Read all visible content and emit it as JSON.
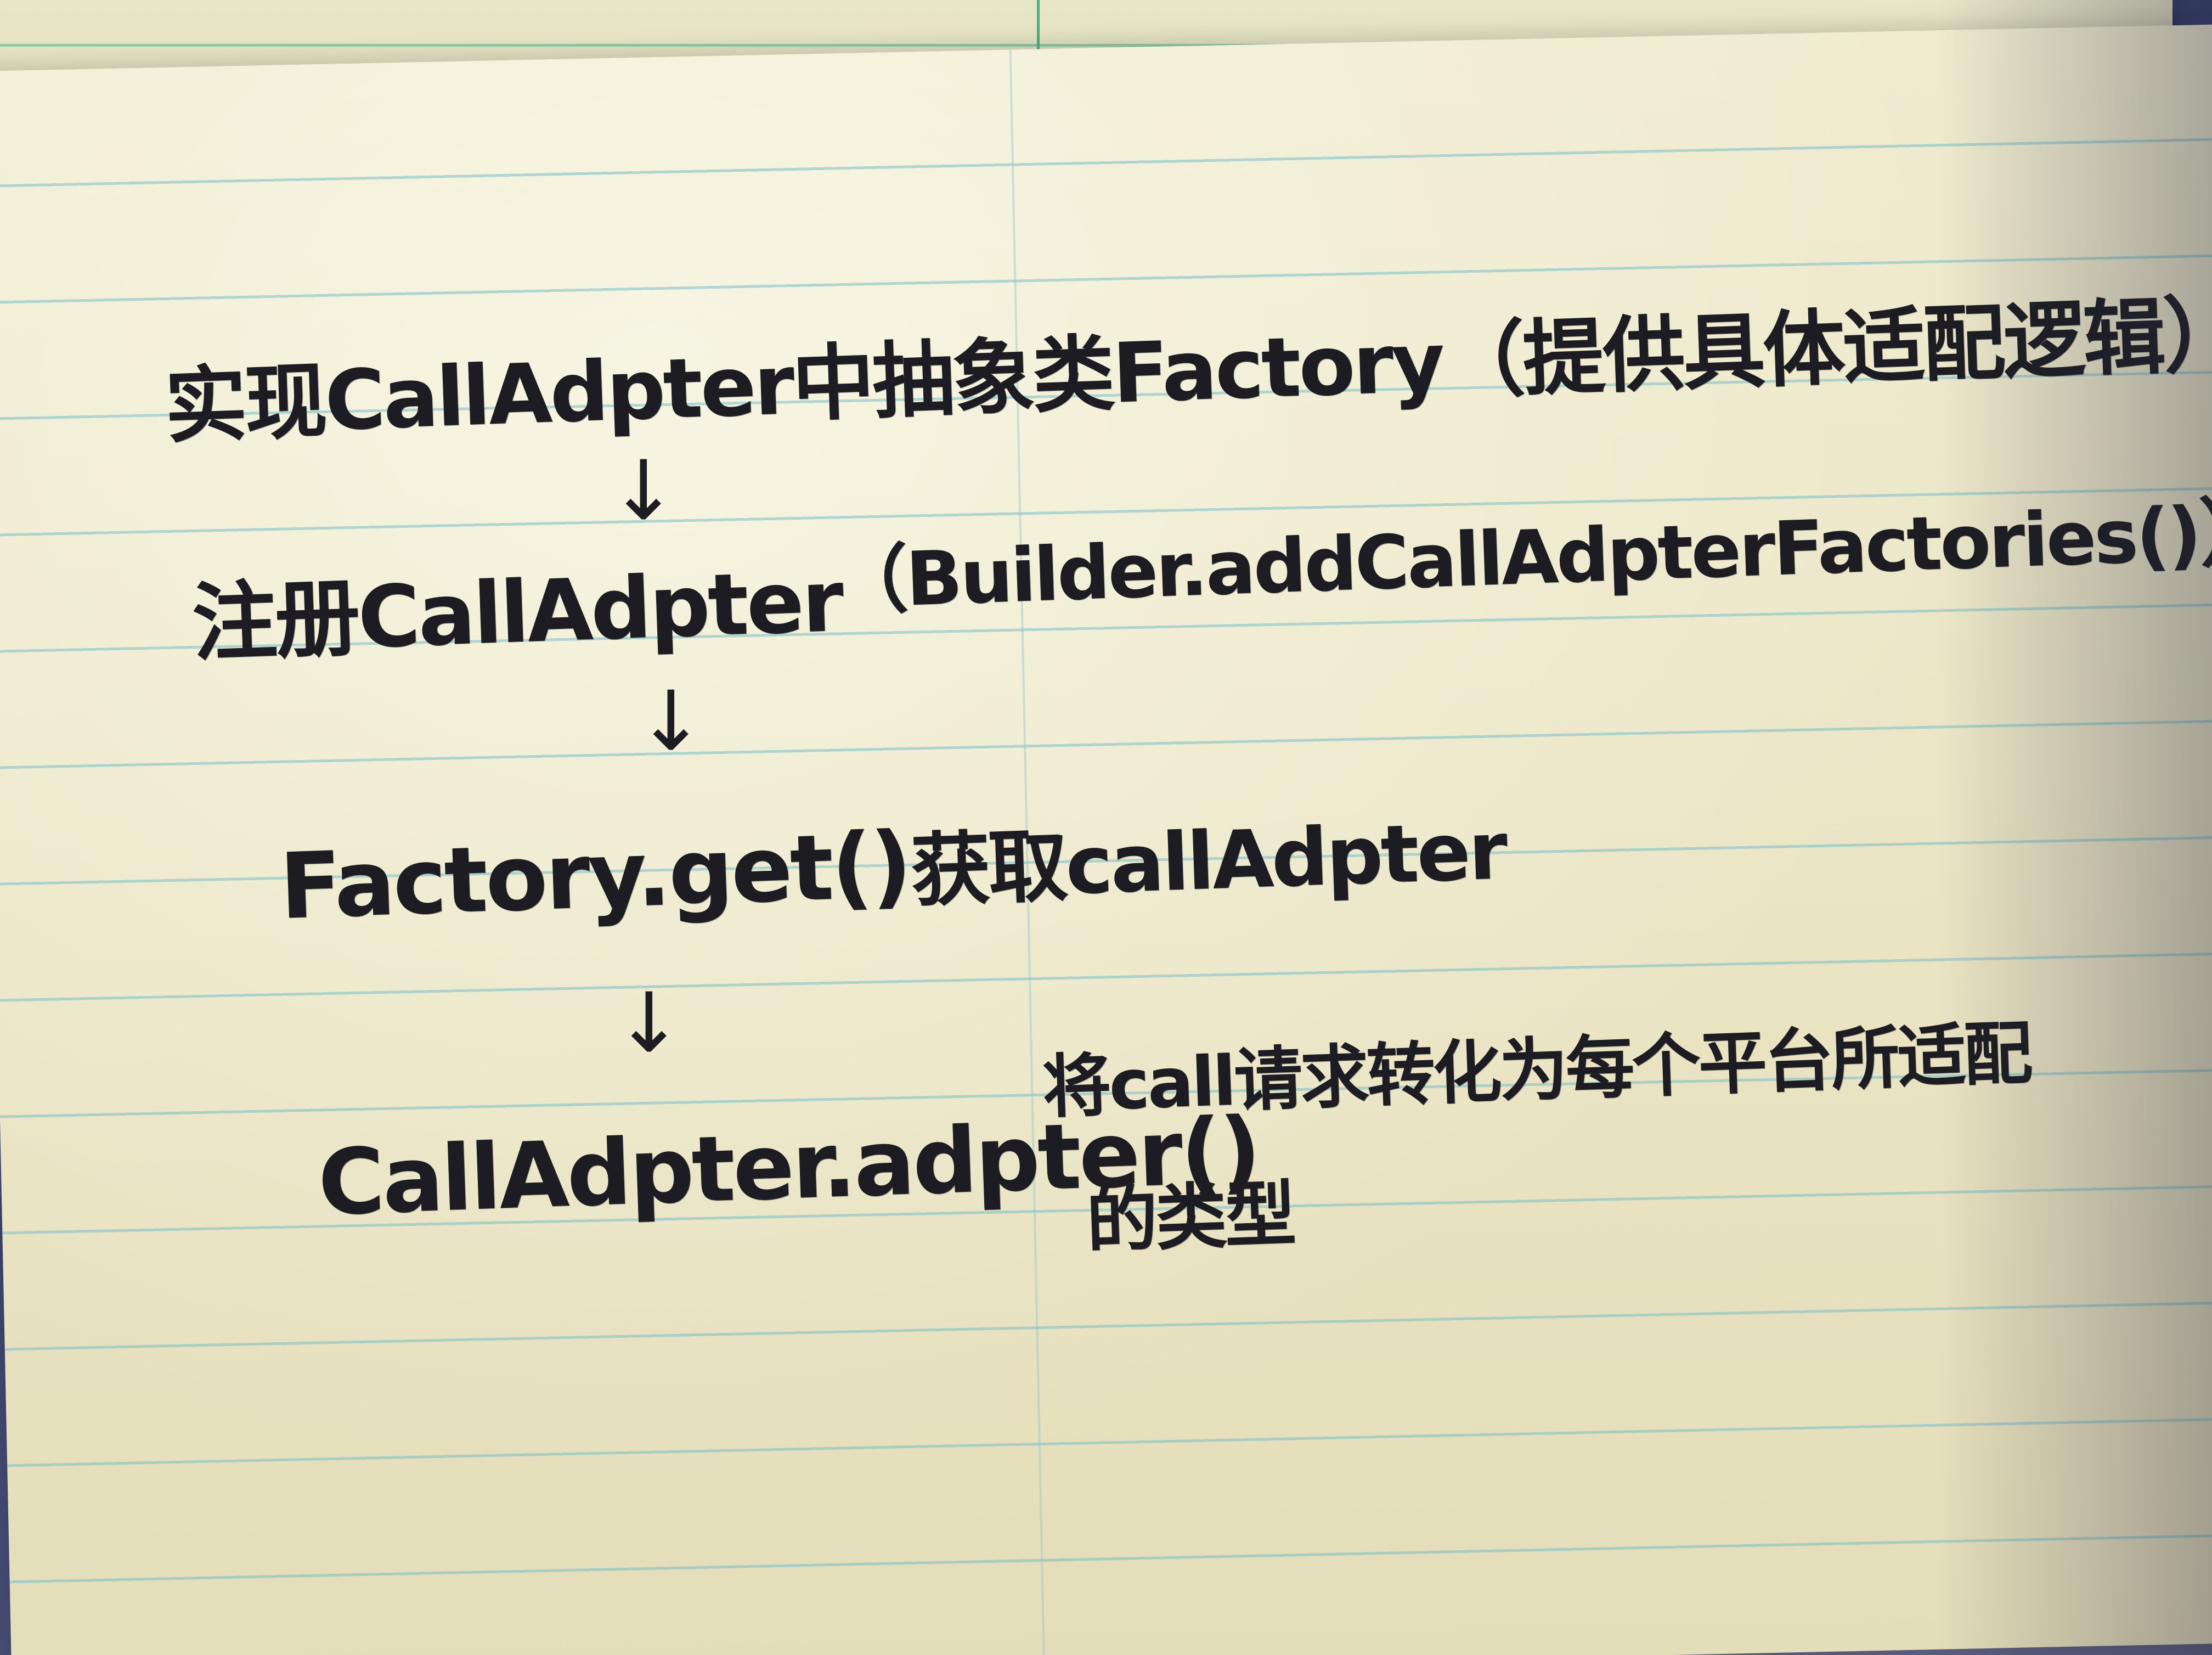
{
  "notes": {
    "line1": "实现CallAdpter中抽象类Factory（提供具体适配逻辑）",
    "line2": "注册CallAdpter",
    "line2_note": "（Builder.addCallAdpterFactories()）",
    "line3": "Factory.get()",
    "line3_note": "获取callAdpter",
    "line4": "CallAdpter.adpter()",
    "line4_note": "将call请求转化为每个平台所适配",
    "line4_note_cont": "的类型",
    "arrow": "↓"
  }
}
